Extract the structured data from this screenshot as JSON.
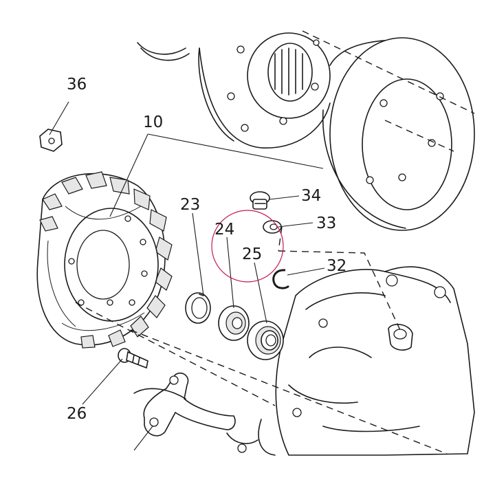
{
  "callouts": {
    "c36": "36",
    "c10": "10",
    "c34": "34",
    "c33": "33",
    "c23": "23",
    "c24": "24",
    "c25": "25",
    "c32": "32",
    "c26": "26"
  },
  "colors": {
    "line": "#1a1a1a",
    "highlight_circle": "#c2185b",
    "background": "#ffffff"
  }
}
